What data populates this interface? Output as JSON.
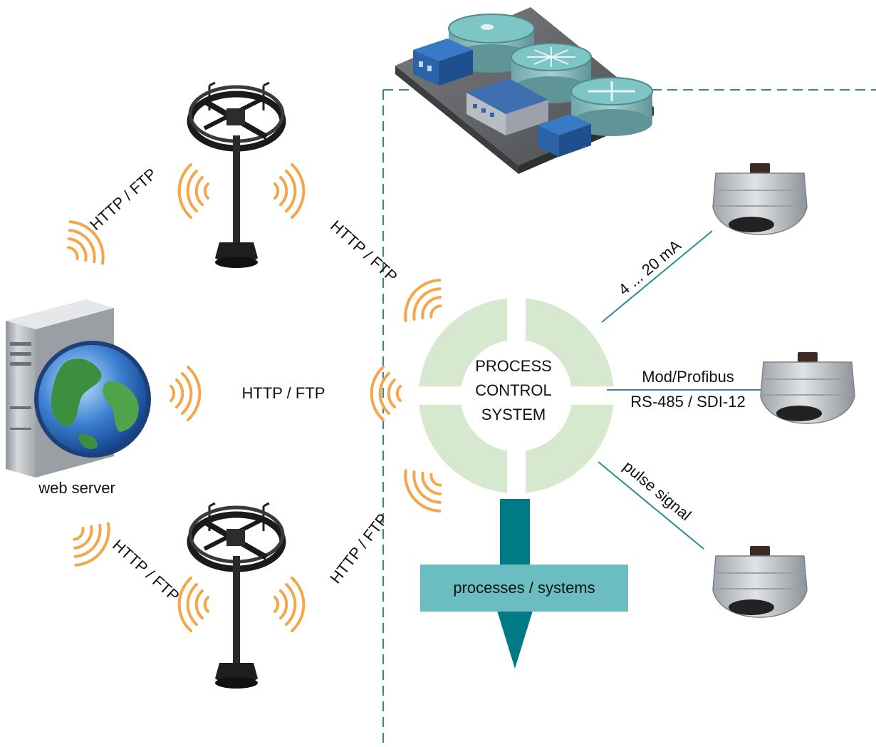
{
  "labels": {
    "web_server": "web server",
    "link_top_left": "HTTP / FTP",
    "link_top_right": "HTTP / FTP",
    "link_middle": "HTTP / FTP",
    "link_bottom_left": "HTTP / FTP",
    "link_bottom_right": "HTTP / FTP",
    "pcs_line1": "PROCESS",
    "pcs_line2": "CONTROL",
    "pcs_line3": "SYSTEM",
    "signal_analog": "4 ... 20 mA",
    "signal_bus_top": "Mod/Profibus",
    "signal_bus_bottom": "RS-485 / SDI-12",
    "signal_pulse": "pulse signal",
    "output_box": "processes / systems"
  },
  "colors": {
    "wave": "#F4A64A",
    "ring": "#D6E9CF",
    "arrow": "#007A85",
    "output_box": "#6BBDC1",
    "lines": "#2A8C94",
    "dashed": "#2A8C94"
  },
  "icons": {
    "server": "server-globe-icon",
    "station": "weather-station-icon",
    "plant": "water-treatment-plant-icon",
    "sensor": "radar-sensor-icon"
  }
}
